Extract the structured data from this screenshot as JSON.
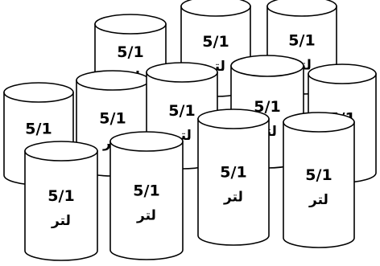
{
  "colors": {
    "fill": "#ffffff",
    "stroke": "#000000"
  },
  "cans": [
    {
      "value": "5/1",
      "unit": "لتر"
    },
    {
      "value": "5/1",
      "unit": "لتر"
    },
    {
      "value": "5/1",
      "unit": "لتر"
    },
    {
      "value": "5/1",
      "unit": "لتر"
    },
    {
      "value": "5/1",
      "unit": "لتر"
    },
    {
      "value": "5/1",
      "unit": "لتر"
    },
    {
      "value": "5/1",
      "unit": "لتر"
    },
    {
      "value": "5/1",
      "unit": "لتر"
    },
    {
      "value": "5/1",
      "unit": "لتر"
    },
    {
      "value": "5/1",
      "unit": "لتر"
    },
    {
      "value": "5/1",
      "unit": "لتر"
    },
    {
      "value": "5/1",
      "unit": "لتر"
    },
    {
      "value": "5/1",
      "unit": "لتر"
    }
  ]
}
